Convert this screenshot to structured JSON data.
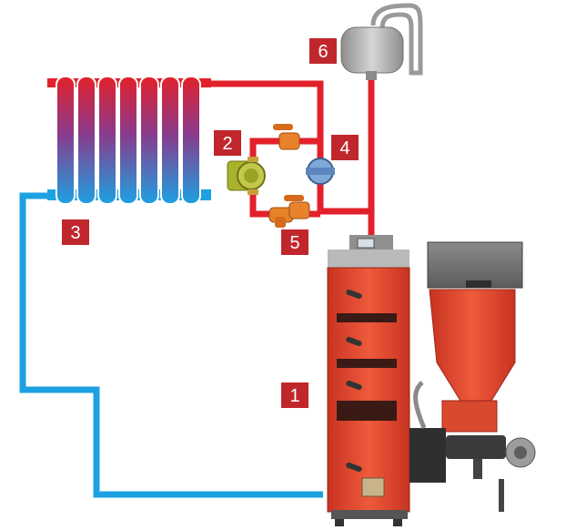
{
  "labels": {
    "boiler": "1",
    "pump": "2",
    "radiator": "3",
    "mixing_valve": "4",
    "filter_valve": "5",
    "expansion_tank": "6"
  },
  "colors": {
    "hot_pipe": "#e2212b",
    "cold_pipe": "#1da1e2",
    "boiler_body": "#e84b2e",
    "label_box": "#c0272d",
    "hopper": "#7d7d7d",
    "tank": "#b3b3b3",
    "valve": "#e8822a",
    "pump": "#a8b22a"
  }
}
